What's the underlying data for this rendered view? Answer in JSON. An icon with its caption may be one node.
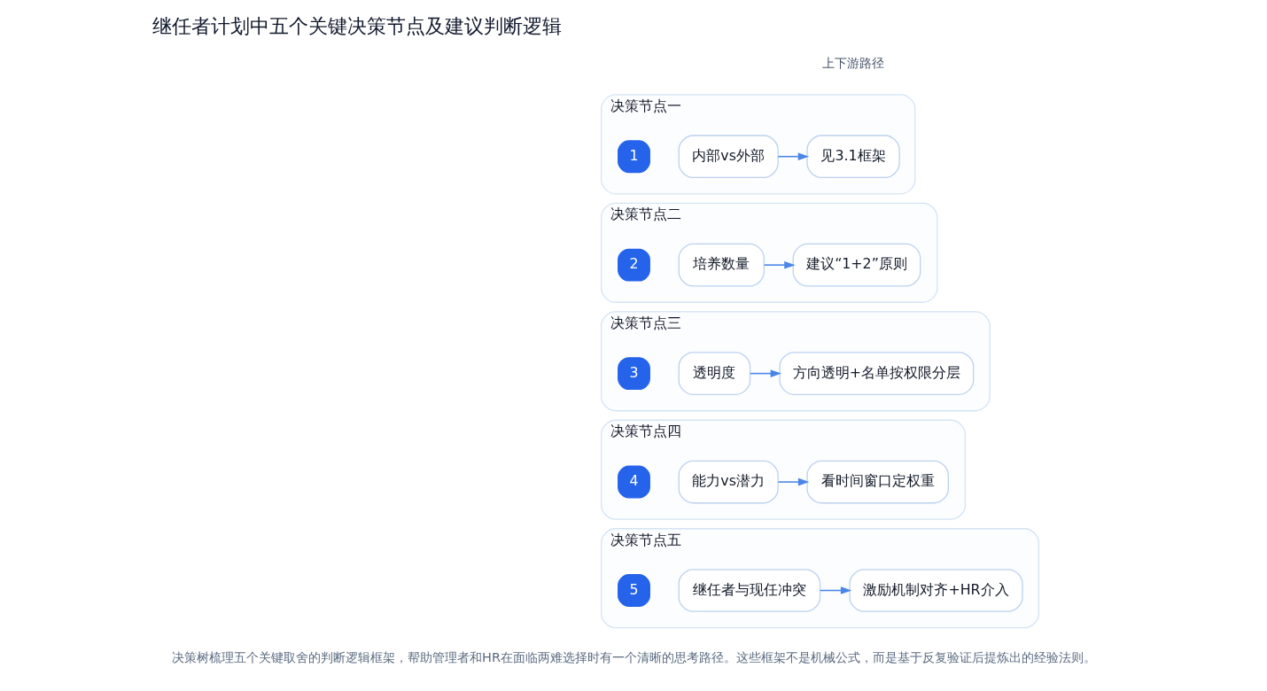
{
  "diagram": {
    "title": "继任者计划中五个关键决策节点及建议判断逻辑",
    "caption": "决策树梳理五个关键取舍的判断逻辑框架，帮助管理者和HR在面临两难选择时有一个清晰的思考路径。这些框架不是机械公式，而是基于反复验证后提炼出的经验法则。",
    "nodes": [
      {
        "text": [
          "决策节点一"
        ]
      },
      {
        "text": [
          "1"
        ],
        "in": 0
      },
      {
        "text": [
          "内部vs外部"
        ],
        "in": 0
      },
      {
        "text": [
          "见3.1框架"
        ],
        "in": 0
      },
      {
        "text": [
          "决策节点二"
        ]
      },
      {
        "text": [
          "2"
        ],
        "in": 4
      },
      {
        "text": [
          "培养数量"
        ],
        "in": 4
      },
      {
        "text": [
          "建议“1+2”原则"
        ],
        "in": 4
      },
      {
        "text": [
          "决策节点三"
        ]
      },
      {
        "text": [
          "3"
        ],
        "in": 8
      },
      {
        "text": [
          "透明度"
        ],
        "in": 8
      },
      {
        "text": [
          "方向透明+名单按权限分层"
        ],
        "in": 8
      },
      {
        "text": [
          "决策节点四"
        ]
      },
      {
        "text": [
          "4"
        ],
        "in": 12
      },
      {
        "text": [
          "能力vs潜力"
        ],
        "in": 12
      },
      {
        "text": [
          "看时间窗口定权重"
        ],
        "in": 12
      },
      {
        "text": [
          "决策节点五"
        ]
      },
      {
        "text": [
          "5"
        ],
        "in": 16
      },
      {
        "text": [
          "继任者与现任冲突"
        ],
        "in": 16
      },
      {
        "text": [
          "激励机制对齐+HR介入"
        ],
        "in": 16
      }
    ],
    "edges": [
      {
        "from": 2,
        "to": 3,
        "arrow": "to"
      },
      {
        "from": 6,
        "to": 7,
        "arrow": "to"
      },
      {
        "from": 10,
        "to": 11,
        "arrow": "to"
      },
      {
        "from": 14,
        "to": 15,
        "arrow": "to"
      },
      {
        "from": 18,
        "to": 19,
        "arrow": "to"
      }
    ],
    "labels": [
      "上下游路径"
    ]
  }
}
